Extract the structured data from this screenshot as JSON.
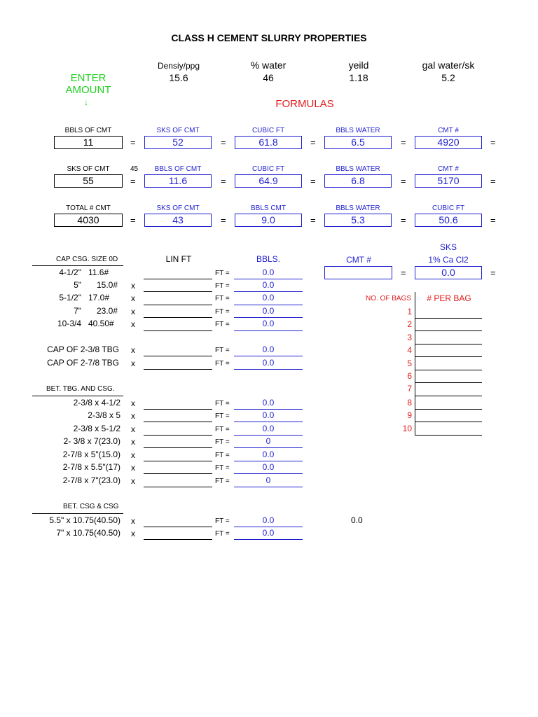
{
  "title": "CLASS H CEMENT SLURRY PROPERTIES",
  "properties": [
    {
      "label": "Densiy/ppg",
      "value": "15.6"
    },
    {
      "label": "% water",
      "value": "46"
    },
    {
      "label": "yeild",
      "value": "1.18"
    },
    {
      "label": "gal water/sk",
      "value": "5.2"
    }
  ],
  "enter_amount": [
    "ENTER",
    "AMOUNT"
  ],
  "arrow_glyph": "↓",
  "formulas_label": "FORMULAS",
  "equals": "=",
  "times": "x",
  "calc_rows": [
    {
      "input_label": "BBLS OF CMT",
      "input": "11",
      "side_note": "",
      "cells": [
        {
          "h": "SKS OF CMT",
          "v": "52"
        },
        {
          "h": "CUBIC FT",
          "v": "61.8"
        },
        {
          "h": "BBLS WATER",
          "v": "6.5"
        },
        {
          "h": "CMT #",
          "v": "4920"
        }
      ]
    },
    {
      "input_label": "SKS OF CMT",
      "input": "55",
      "side_note": "45",
      "cells": [
        {
          "h": "BBLS OF CMT",
          "v": "11.6"
        },
        {
          "h": "CUBIC FT",
          "v": "64.9"
        },
        {
          "h": "BBLS WATER",
          "v": "6.8"
        },
        {
          "h": "CMT #",
          "v": "5170"
        }
      ]
    },
    {
      "input_label": "TOTAL # CMT",
      "input": "4030",
      "side_note": "",
      "cells": [
        {
          "h": "SKS OF CMT",
          "v": "43"
        },
        {
          "h": "BBLS CMT",
          "v": "9.0"
        },
        {
          "h": "BBLS WATER",
          "v": "5.3"
        },
        {
          "h": "CUBIC FT",
          "v": "50.6"
        }
      ]
    }
  ],
  "capacity": {
    "header_size": "CAP CSG. SIZE  0D",
    "header_linft": "LIN FT",
    "header_bbls": "BBLS.",
    "ft_label": "FT =",
    "casing": [
      {
        "a": "4-1/2\"",
        "b": "11.6#",
        "x": "",
        "v": "0.0"
      },
      {
        "a": "5\"",
        "b": "15.0#",
        "x": "x",
        "v": "0.0"
      },
      {
        "a": "5-1/2\"",
        "b": "17.0#",
        "x": "x",
        "v": "0.0"
      },
      {
        "a": "7\"",
        "b": "23.0#",
        "x": "x",
        "v": "0.0"
      },
      {
        "a": "10-3/4",
        "b": "40.50#",
        "x": "x",
        "v": "0.0"
      }
    ],
    "tubing": [
      {
        "label": "CAP OF 2-3/8 TBG",
        "v": "0.0"
      },
      {
        "label": "CAP OF 2-7/8 TBG",
        "v": "0.0"
      }
    ],
    "bet_tbg_header": "BET. TBG. AND CSG.",
    "bet_tbg": [
      {
        "label": "2-3/8 x 4-1/2",
        "v": "0.0"
      },
      {
        "label": "2-3/8 x 5",
        "v": "0.0"
      },
      {
        "label": "2-3/8 x 5-1/2",
        "v": "0.0"
      },
      {
        "label": "2- 3/8 x 7(23.0)",
        "v": "0"
      },
      {
        "label": "2-7/8 x 5\"(15.0)",
        "v": "0.0"
      },
      {
        "label": "2-7/8 x 5.5\"(17)",
        "v": "0.0"
      },
      {
        "label": "2-7/8 x 7\"(23.0)",
        "v": "0"
      }
    ],
    "bet_csg_header": "BET. CSG & CSG",
    "bet_csg": [
      {
        "label": "5.5\" x 10.75(40.50)",
        "v": "0.0",
        "extra": "0.0"
      },
      {
        "label": "7\" x 10.75(40.50)",
        "v": "0.0",
        "extra": ""
      }
    ]
  },
  "cacl": {
    "cmt_label": "CMT #",
    "sks_label": "SKS",
    "pct_label": "1% Ca Cl2",
    "value": "0.0"
  },
  "bags": {
    "no_label": "NO. OF BAGS",
    "per_label": "# PER BAG",
    "numbers": [
      "1",
      "2",
      "3",
      "4",
      "5",
      "6",
      "7",
      "8",
      "9",
      "10"
    ]
  }
}
